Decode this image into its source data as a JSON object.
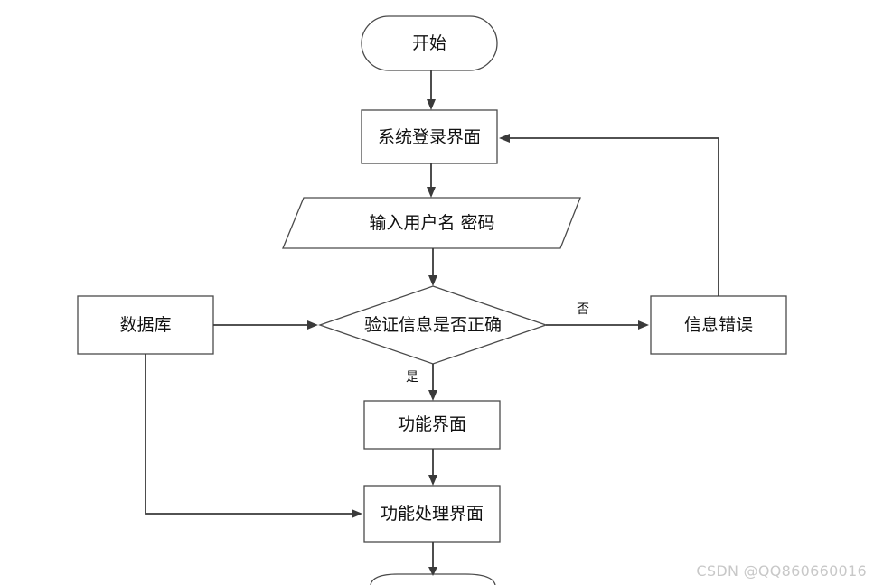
{
  "diagram": {
    "nodes": {
      "start": "开始",
      "login": "系统登录界面",
      "input": "输入用户名 密码",
      "verify": "验证信息是否正确",
      "database": "数据库",
      "error": "信息错误",
      "function": "功能界面",
      "process": "功能处理界面"
    },
    "edges": {
      "no": "否",
      "yes": "是"
    }
  },
  "watermark": "CSDN @QQ860660016",
  "colors": {
    "stroke": "#4a4a4a",
    "arrow": "#3a3a3a",
    "text": "#111111",
    "watermark": "#c8c8c8"
  }
}
